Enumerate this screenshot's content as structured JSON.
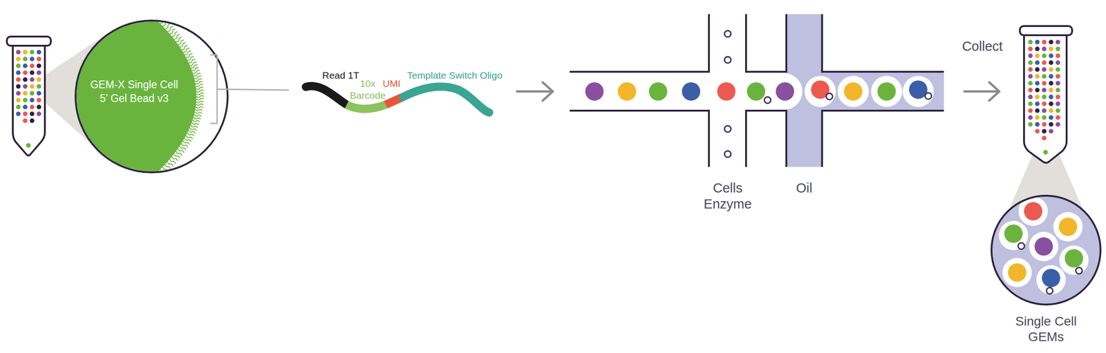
{
  "diagram": {
    "nodes": [
      {
        "text": [
          "GEM-X Single Cell 5’ Gel Bead v3"
        ]
      }
    ],
    "labels": [
      "Read 1T",
      "10x Barcode",
      "UMI",
      "Template Switch Oligo",
      "Cells Enzyme",
      "Oil",
      "Collect",
      "Single Cell GEMs"
    ]
  }
}
